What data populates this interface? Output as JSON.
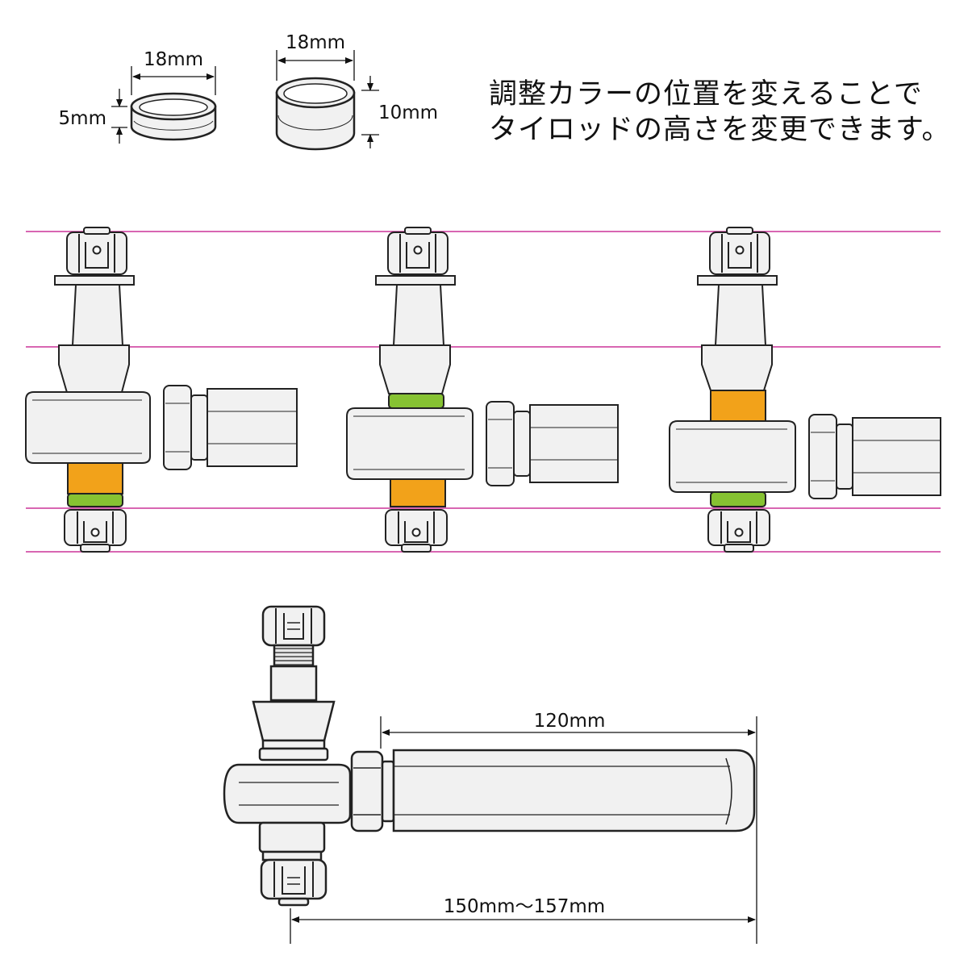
{
  "description": {
    "line1": "調整カラーの位置を変えることで",
    "line2": "タイロッドの高さを変更できます。"
  },
  "collars": {
    "short": {
      "width_label": "18mm",
      "height_label": "5mm"
    },
    "tall": {
      "width_label": "18mm",
      "height_label": "10mm"
    }
  },
  "assembly": {
    "sleeve_length_label": "120mm",
    "total_length_label": "150mm～157mm"
  },
  "colors": {
    "orange_collar": "#f2a21a",
    "green_collar": "#86c232",
    "guide_line": "#cc3399",
    "outline": "#222222",
    "metal": "#f1f1f1"
  }
}
